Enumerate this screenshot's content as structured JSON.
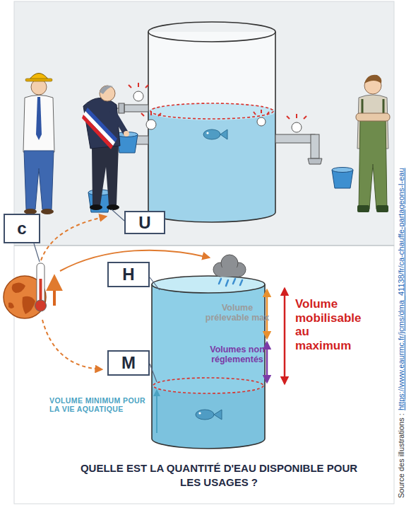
{
  "diagram": {
    "caption": "QUELLE EST LA QUANTITÉ D'EAU DISPONIBLE POUR LES USAGES ?",
    "nodes": [
      {
        "text": [
          "c"
        ]
      },
      {
        "text": [
          "U"
        ]
      },
      {
        "text": [
          "H"
        ]
      },
      {
        "text": [
          "M"
        ]
      }
    ],
    "labels": [
      "Volume prélevable max",
      "Volumes non réglementés",
      "Volume mobilisable au maximum",
      "VOLUME MINIMUM POUR LA VIE AQUATIQUE",
      "Source des illustrations :",
      "https://www.eaurmc.fr/jcms/dma_41138/fr/ca-chauffe-partageons-l-eau"
    ]
  }
}
